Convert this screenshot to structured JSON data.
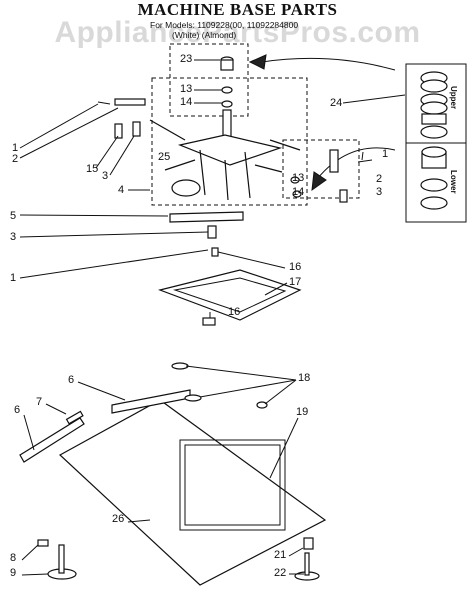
{
  "title": "MACHINE BASE PARTS",
  "models_text": "For Models: 1109228(00, 11092284800",
  "models_text2": "(White)          (Almond)",
  "watermark": "AppliancePartsPros.com",
  "side_labels": {
    "upper": "Upper",
    "lower": "Lower"
  },
  "callouts": [
    "23",
    "13",
    "14",
    "24",
    "1",
    "2",
    "15",
    "3",
    "25",
    "4",
    "13",
    "14",
    "1",
    "2",
    "3",
    "5",
    "3",
    "1",
    "16",
    "17",
    "16",
    "6",
    "18",
    "7",
    "6",
    "19",
    "26",
    "8",
    "9",
    "21",
    "22"
  ]
}
